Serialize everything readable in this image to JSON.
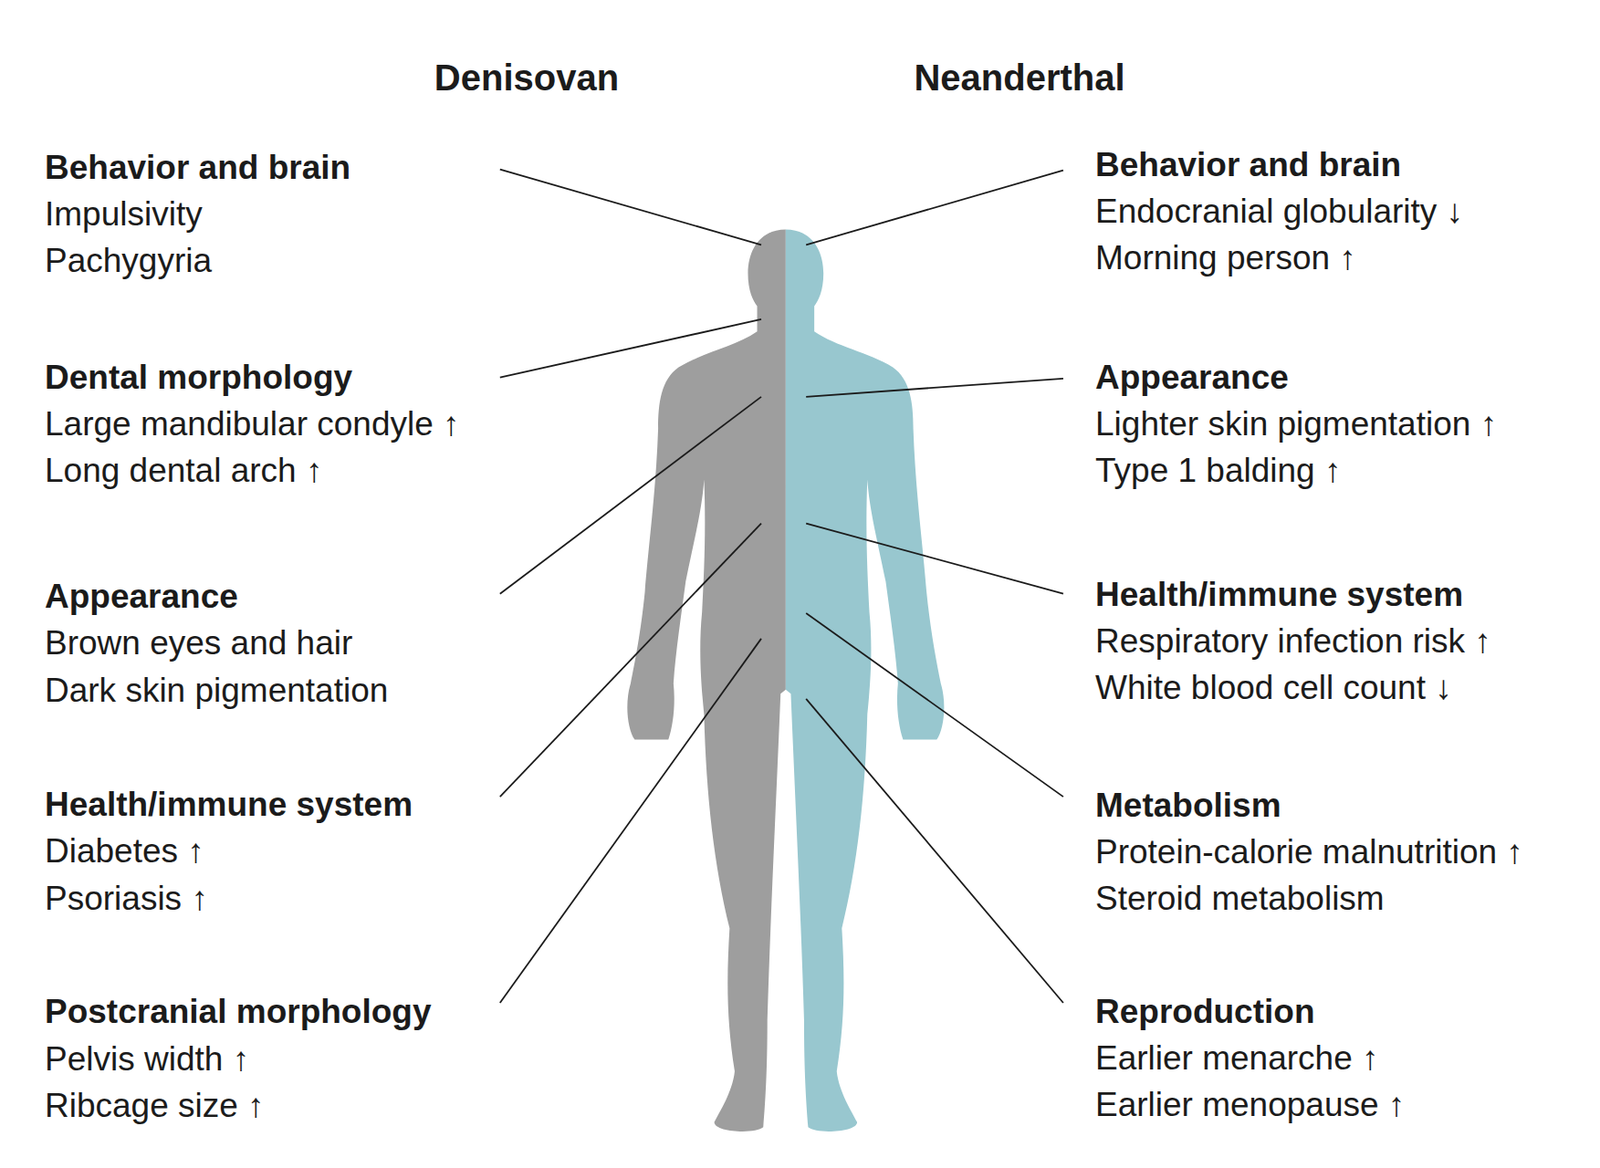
{
  "diagram": {
    "labels": [
      "Denisovan",
      "Neanderthal",
      "Behavior and brain",
      "Impulsivity",
      "Pachygyria",
      "Dental morphology",
      "Large mandibular condyle ↑",
      "Long dental arch ↑",
      "Appearance",
      "Brown eyes and hair",
      "Dark skin pigmentation",
      "Health/immune system",
      "Diabetes ↑",
      "Psoriasis ↑",
      "Postcranial morphology",
      "Pelvis width ↑",
      "Ribcage size ↑",
      "Behavior and brain",
      "Endocranial globularity ↓",
      "Morning person ↑",
      "Appearance",
      "Lighter skin pigmentation ↑",
      "Type 1 balding ↑",
      "Health/immune system",
      "Respiratory infection risk ↑",
      "White blood cell count ↓",
      "Metabolism",
      "Protein-calorie malnutrition ↑",
      "Steroid metabolism",
      "Reproduction",
      "Earlier menarche ↑",
      "Earlier menopause ↑"
    ]
  }
}
